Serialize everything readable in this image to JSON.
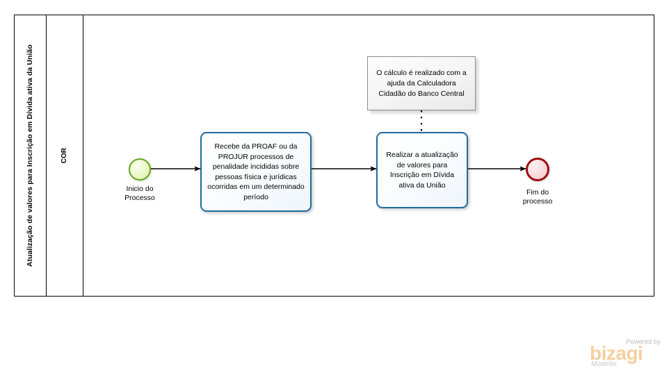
{
  "diagram": {
    "type": "bpmn-process",
    "pool": {
      "label": "Atualização de valores para Inscrição em Dívida ativa da União"
    },
    "lane": {
      "label": "COR"
    },
    "elements": [
      {
        "id": "start-event",
        "type": "start-event",
        "label": "Inicio do\nProcesso",
        "color_border": "#64a81b",
        "color_fill": "#eaf7cd"
      },
      {
        "id": "task-1",
        "type": "task",
        "label": "Recebe da PROAF ou da PROJUR processos de penalidade incididas sobre pessoas física e jurídicas ocorridas em um determinado período",
        "color_border": "#1f6a9e"
      },
      {
        "id": "task-2",
        "type": "task",
        "label": "Realizar a atualização de valores para Inscrição em Dívida ativa da União",
        "color_border": "#1f6a9e"
      },
      {
        "id": "end-event",
        "type": "end-event",
        "label": "Fim do\nprocesso",
        "color_border": "#9e0b10",
        "color_fill": "#f7dcdc"
      },
      {
        "id": "annotation-1",
        "type": "text-annotation",
        "label": "O cálculo é realizado com a ajuda da Calculadora Cidadão do Banco Central",
        "color_border": "#8c8c8c"
      }
    ],
    "connections": [
      {
        "id": "flow-1",
        "type": "sequence-flow",
        "from": "start-event",
        "to": "task-1"
      },
      {
        "id": "flow-2",
        "type": "sequence-flow",
        "from": "task-1",
        "to": "task-2"
      },
      {
        "id": "flow-3",
        "type": "sequence-flow",
        "from": "task-2",
        "to": "end-event"
      },
      {
        "id": "assoc-1",
        "type": "association-dotted",
        "from": "annotation-1",
        "to": "task-2"
      }
    ]
  },
  "branding": {
    "powered_by": "Powered by",
    "product": "bizagi",
    "edition": "Modeler",
    "color_word": "#f6cfa0",
    "color_text": "#c2c2c2"
  }
}
